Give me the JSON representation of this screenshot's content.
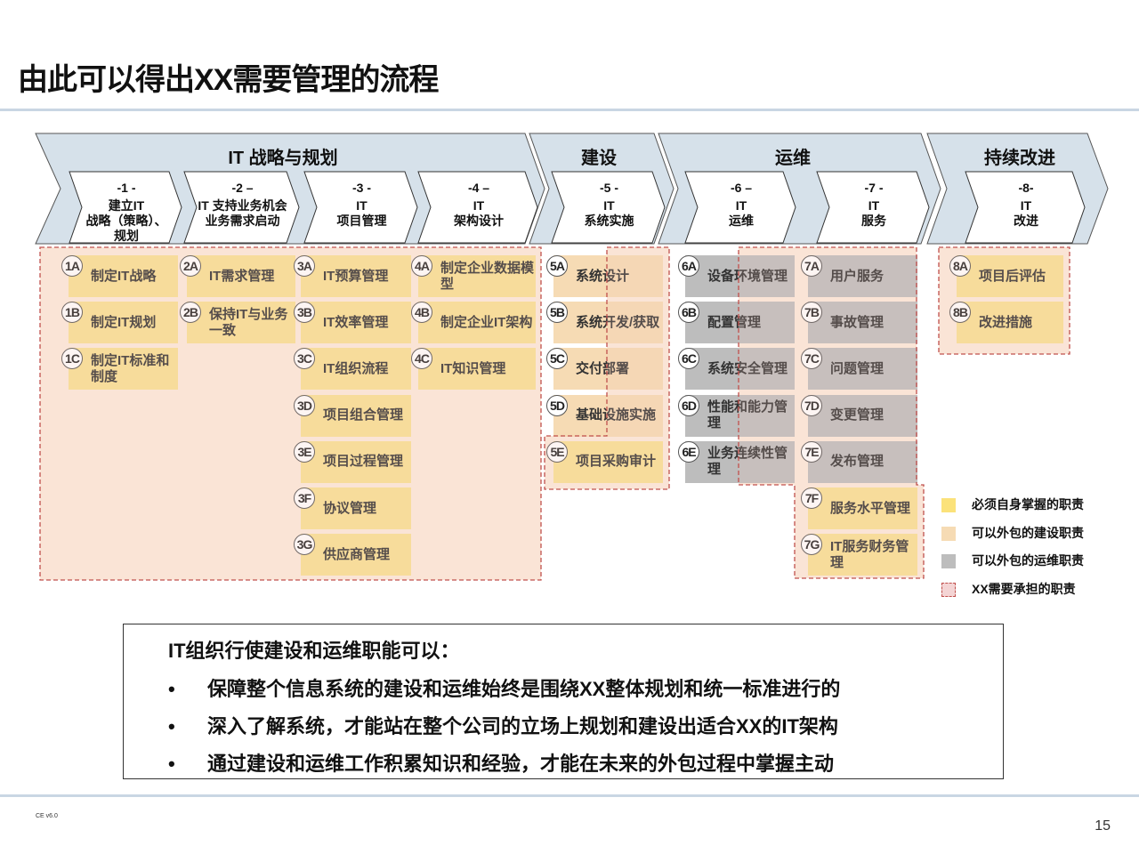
{
  "title": "由此可以得出XX需要管理的流程",
  "phases": [
    "IT 战略与规划",
    "建设",
    "运维",
    "持续改进"
  ],
  "steps": [
    {
      "num": "-1 -",
      "lines": [
        "建立IT",
        "战略（策略）、",
        "规划"
      ]
    },
    {
      "num": "-2 –",
      "lines": [
        "IT 支持业务机会",
        "业务需求启动"
      ]
    },
    {
      "num": "-3 -",
      "lines": [
        "IT",
        "项目管理"
      ]
    },
    {
      "num": "-4 –",
      "lines": [
        "IT",
        "架构设计"
      ]
    },
    {
      "num": "-5 -",
      "lines": [
        "IT",
        "系统实施"
      ]
    },
    {
      "num": "-6 –",
      "lines": [
        "IT",
        "运维"
      ]
    },
    {
      "num": "-7 -",
      "lines": [
        "IT",
        "服务"
      ]
    },
    {
      "num": "-8-",
      "lines": [
        "IT",
        "改进"
      ]
    }
  ],
  "columns": [
    [
      {
        "code": "1A",
        "label": "制定IT战略",
        "type": "y"
      },
      {
        "code": "1B",
        "label": "制定IT规划",
        "type": "y"
      },
      {
        "code": "1C",
        "label": "制定IT标准和制度",
        "type": "y"
      }
    ],
    [
      {
        "code": "2A",
        "label": "IT需求管理",
        "type": "y"
      },
      {
        "code": "2B",
        "label": "保持IT与业务一致",
        "type": "y"
      }
    ],
    [
      {
        "code": "3A",
        "label": "IT预算管理",
        "type": "y"
      },
      {
        "code": "3B",
        "label": "IT效率管理",
        "type": "y"
      },
      {
        "code": "3C",
        "label": "IT组织流程",
        "type": "y"
      },
      {
        "code": "3D",
        "label": "项目组合管理",
        "type": "y"
      },
      {
        "code": "3E",
        "label": "项目过程管理",
        "type": "y"
      },
      {
        "code": "3F",
        "label": "协议管理",
        "type": "y"
      },
      {
        "code": "3G",
        "label": "供应商管理",
        "type": "y"
      }
    ],
    [
      {
        "code": "4A",
        "label": "制定企业数据模型",
        "type": "y"
      },
      {
        "code": "4B",
        "label": "制定企业IT架构",
        "type": "y"
      },
      {
        "code": "4C",
        "label": "IT知识管理",
        "type": "y"
      }
    ],
    [
      {
        "code": "5A",
        "label": "系统设计",
        "type": "o"
      },
      {
        "code": "5B",
        "label": "系统开发/获取",
        "type": "o"
      },
      {
        "code": "5C",
        "label": "交付部署",
        "type": "o"
      },
      {
        "code": "5D",
        "label": "基础设施实施",
        "type": "o"
      },
      {
        "code": "5E",
        "label": "项目采购审计",
        "type": "y"
      }
    ],
    [
      {
        "code": "6A",
        "label": "设备环境管理",
        "type": "g"
      },
      {
        "code": "6B",
        "label": "配置管理",
        "type": "g"
      },
      {
        "code": "6C",
        "label": "系统安全管理",
        "type": "g"
      },
      {
        "code": "6D",
        "label": "性能和能力管理",
        "type": "g"
      },
      {
        "code": "6E",
        "label": "业务连续性管理",
        "type": "g"
      }
    ],
    [
      {
        "code": "7A",
        "label": "用户服务",
        "type": "g"
      },
      {
        "code": "7B",
        "label": "事故管理",
        "type": "g"
      },
      {
        "code": "7C",
        "label": "问题管理",
        "type": "g"
      },
      {
        "code": "7D",
        "label": "变更管理",
        "type": "g"
      },
      {
        "code": "7E",
        "label": "发布管理",
        "type": "g"
      },
      {
        "code": "7F",
        "label": "服务水平管理",
        "type": "y"
      },
      {
        "code": "7G",
        "label": "IT服务财务管理",
        "type": "y"
      }
    ],
    [
      {
        "code": "8A",
        "label": "项目后评估",
        "type": "y"
      },
      {
        "code": "8B",
        "label": "改进措施",
        "type": "y"
      }
    ]
  ],
  "legend": [
    {
      "label": "必须自身掌握的职责",
      "color": "#fbe27a"
    },
    {
      "label": "可以外包的建设职责",
      "color": "#f6dbb4"
    },
    {
      "label": "可以外包的运维职责",
      "color": "#bdbdbd"
    },
    {
      "label": "XX需要承担的职责",
      "color": "#f4d4d4"
    }
  ],
  "note": {
    "heading": "IT组织行使建设和运维职能可以：",
    "bullets": [
      "保障整个信息系统的建设和运维始终是围绕XX整体规划和统一标准进行的",
      "深入了解系统，才能站在整个公司的立场上规划和建设出适合XX的IT架构",
      "通过建设和运维工作积累知识和经验，才能在未来的外包过程中掌握主动"
    ]
  },
  "footer": "CE v6.0",
  "page_number": "15"
}
